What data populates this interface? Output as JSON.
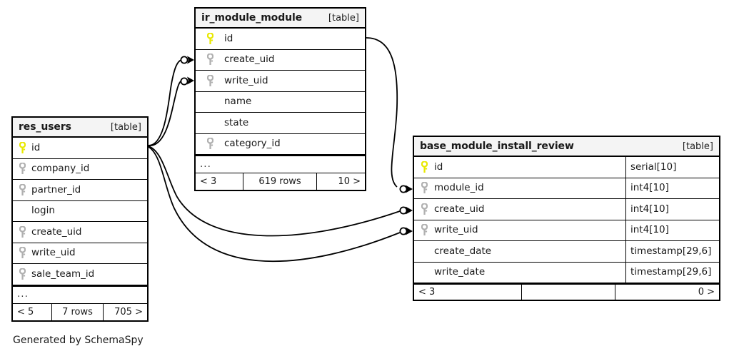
{
  "diagram": {
    "caption": "Generated by SchemaSpy",
    "table_tag": "[table]",
    "more_indicator": "...",
    "colors": {
      "primary_key": "#e8e800",
      "foreign_key": "#b0b0b0",
      "border": "#000000",
      "header_background": "#f4f4f4",
      "page_background": "#ffffff"
    }
  },
  "tables": {
    "res_users": {
      "name": "res_users",
      "tag": "[table]",
      "columns": [
        {
          "name": "id",
          "key": "primary"
        },
        {
          "name": "company_id",
          "key": "foreign"
        },
        {
          "name": "partner_id",
          "key": "foreign"
        },
        {
          "name": "login",
          "key": "none"
        },
        {
          "name": "create_uid",
          "key": "foreign"
        },
        {
          "name": "write_uid",
          "key": "foreign"
        },
        {
          "name": "sale_team_id",
          "key": "foreign"
        }
      ],
      "more": "...",
      "footer": {
        "left": "< 5",
        "center": "7 rows",
        "right": "705 >"
      }
    },
    "ir_module_module": {
      "name": "ir_module_module",
      "tag": "[table]",
      "columns": [
        {
          "name": "id",
          "key": "primary"
        },
        {
          "name": "create_uid",
          "key": "foreign"
        },
        {
          "name": "write_uid",
          "key": "foreign"
        },
        {
          "name": "name",
          "key": "none"
        },
        {
          "name": "state",
          "key": "none"
        },
        {
          "name": "category_id",
          "key": "foreign"
        }
      ],
      "more": "...",
      "footer": {
        "left": "< 3",
        "center": "619 rows",
        "right": "10 >"
      }
    },
    "base_module_install_review": {
      "name": "base_module_install_review",
      "tag": "[table]",
      "columns": [
        {
          "name": "id",
          "key": "primary",
          "type": "serial[10]"
        },
        {
          "name": "module_id",
          "key": "foreign",
          "type": "int4[10]"
        },
        {
          "name": "create_uid",
          "key": "foreign",
          "type": "int4[10]"
        },
        {
          "name": "write_uid",
          "key": "foreign",
          "type": "int4[10]"
        },
        {
          "name": "create_date",
          "key": "none",
          "type": "timestamp[29,6]"
        },
        {
          "name": "write_date",
          "key": "none",
          "type": "timestamp[29,6]"
        }
      ],
      "footer": {
        "left": "< 3",
        "center": "",
        "right": "0 >"
      }
    }
  },
  "relationships": [
    {
      "from_table": "res_users",
      "from_column": "id",
      "to_table": "ir_module_module",
      "to_column": "create_uid"
    },
    {
      "from_table": "res_users",
      "from_column": "id",
      "to_table": "ir_module_module",
      "to_column": "write_uid"
    },
    {
      "from_table": "res_users",
      "from_column": "id",
      "to_table": "base_module_install_review",
      "to_column": "create_uid"
    },
    {
      "from_table": "res_users",
      "from_column": "id",
      "to_table": "base_module_install_review",
      "to_column": "write_uid"
    },
    {
      "from_table": "ir_module_module",
      "from_column": "id",
      "to_table": "base_module_install_review",
      "to_column": "module_id"
    }
  ]
}
